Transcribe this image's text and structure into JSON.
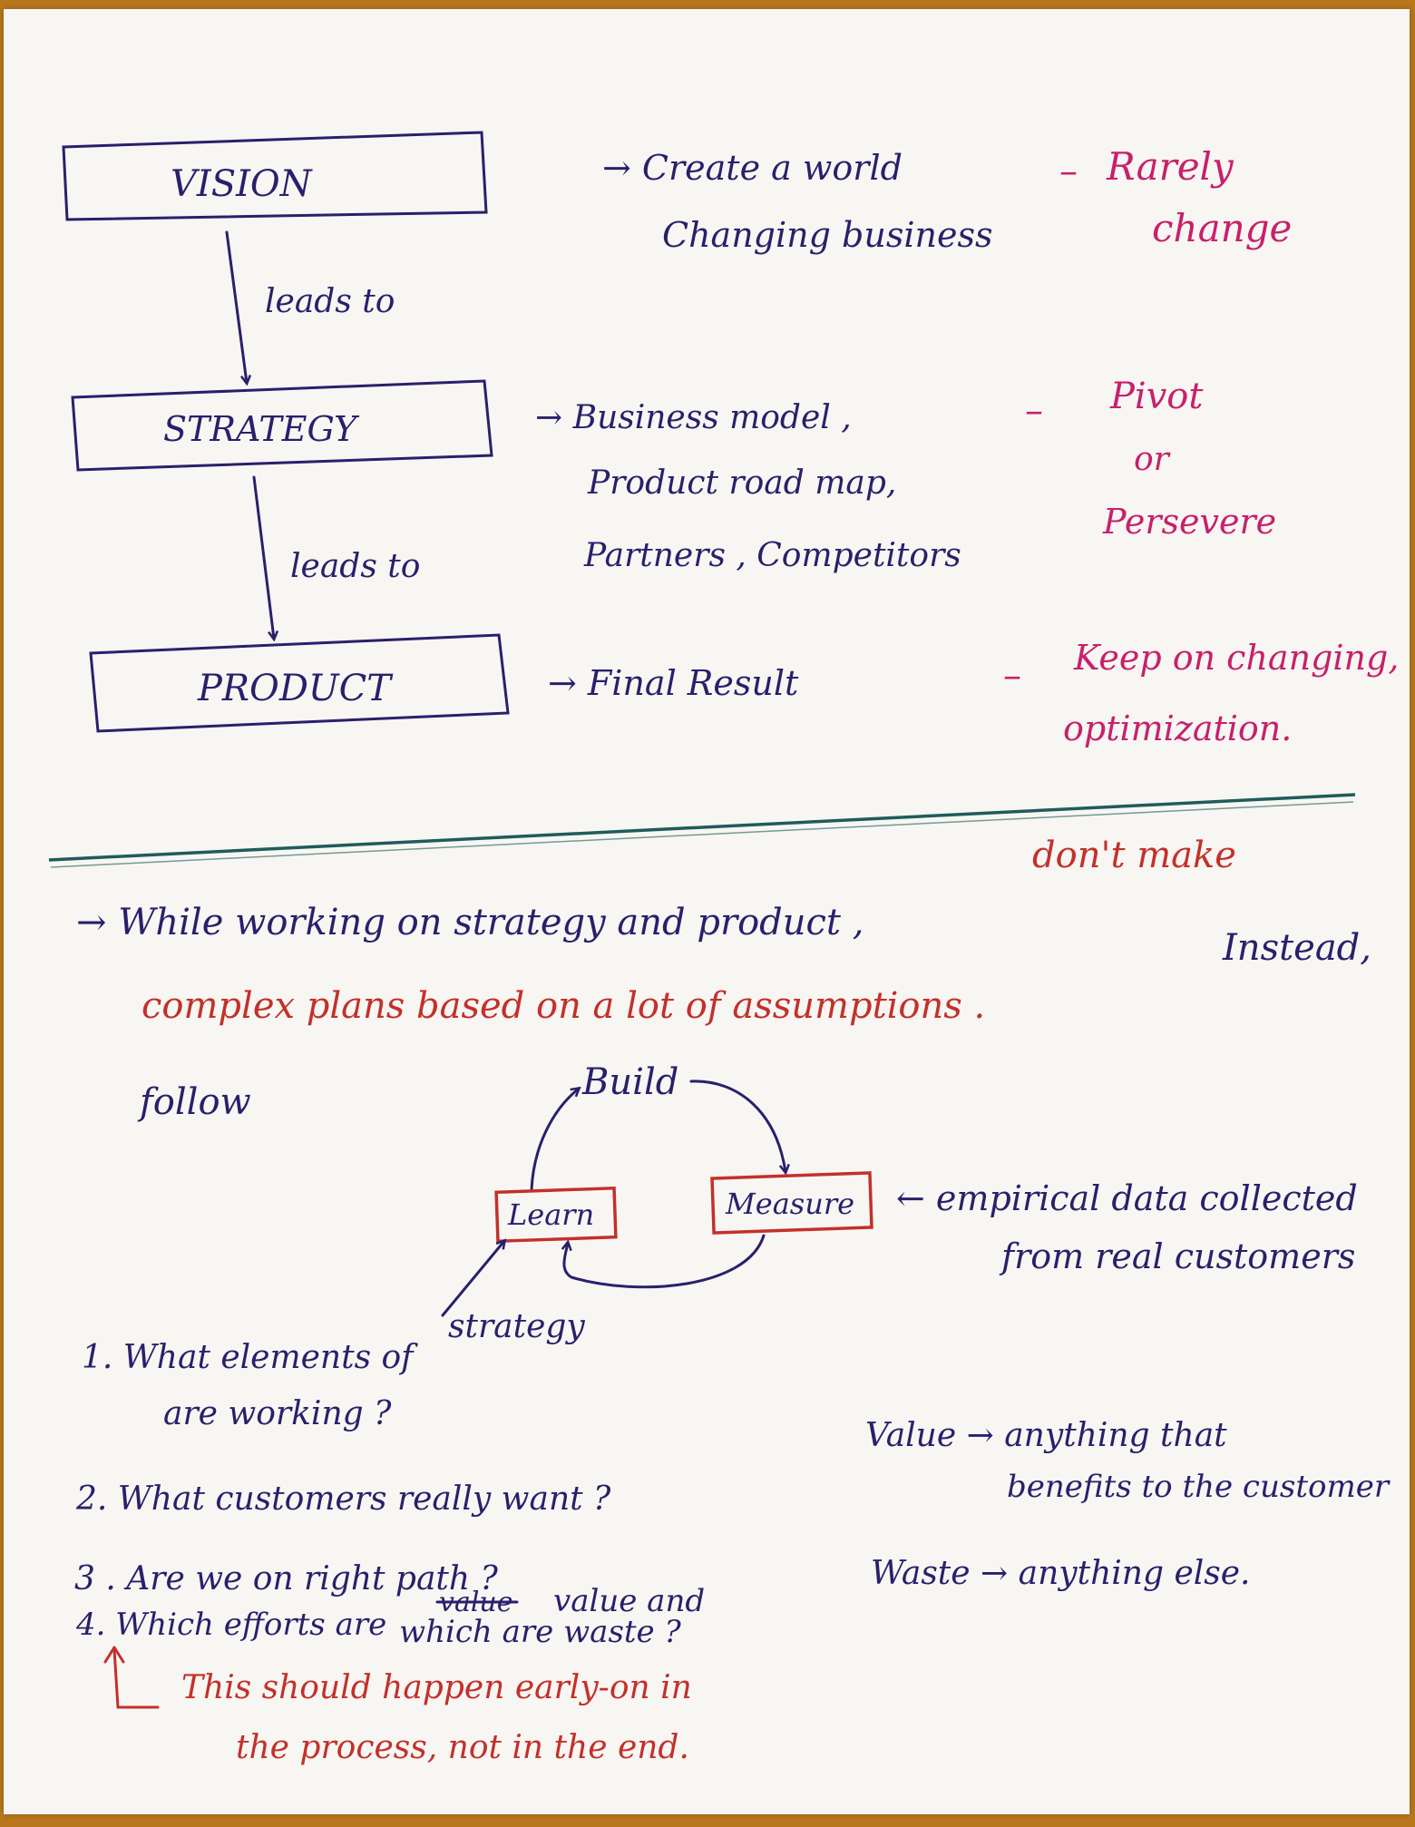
{
  "flow": {
    "vision": "VISION",
    "strategy": "STRATEGY",
    "product": "PRODUCT",
    "leads_to_1": "leads to",
    "leads_to_2": "leads to"
  },
  "descriptions": {
    "vision_line1": "→ Create a world",
    "vision_line2": "Changing business",
    "strategy_line1": "→ Business model ,",
    "strategy_line2": "Product road map,",
    "strategy_line3": "Partners , Competitors",
    "product_line1": "→ Final Result"
  },
  "notes": {
    "vision_dash": "–",
    "vision_note1": "Rarely",
    "vision_note2": "change",
    "strategy_dash": "–",
    "strategy_note1": "Pivot",
    "strategy_note2": "or",
    "strategy_note3": "Persevere",
    "product_dash": "–",
    "product_note1": "Keep on changing,",
    "product_note2": "optimization."
  },
  "paragraph": {
    "line1_blue": "→ While working on strategy and product ,",
    "line1_red": "don't make",
    "line2_red": "complex plans based on a lot of assumptions .",
    "line2_blue": "Instead,",
    "line3": "follow"
  },
  "cycle": {
    "build": "Build",
    "learn": "Learn",
    "measure": "Measure",
    "empirical1": "← empirical data collected",
    "empirical2": "from real customers"
  },
  "questions": {
    "strategy_word": "strategy",
    "q1a": "1. What elements of",
    "q1b": "are working ?",
    "q2": "2. What customers really want ?",
    "q3": "3 . Are we on right path ?",
    "q4a": "4. Which efforts are",
    "q4_struck": "value",
    "q4b": "value and",
    "q4c": "which are waste ?"
  },
  "note_bottom": {
    "line1": "This should happen early-on in",
    "line2": "the process, not in the end."
  },
  "definitions": {
    "value1": "Value → anything that",
    "value2": "benefits to the customer",
    "waste": "Waste → anything else."
  },
  "colors": {
    "ink_blue": "#2b1f6b",
    "ink_pink": "#c8206b",
    "ink_red": "#c4302a",
    "divider_teal": "#1f5c5a",
    "background": "#b8771c",
    "paper": "#f7f6f3"
  }
}
